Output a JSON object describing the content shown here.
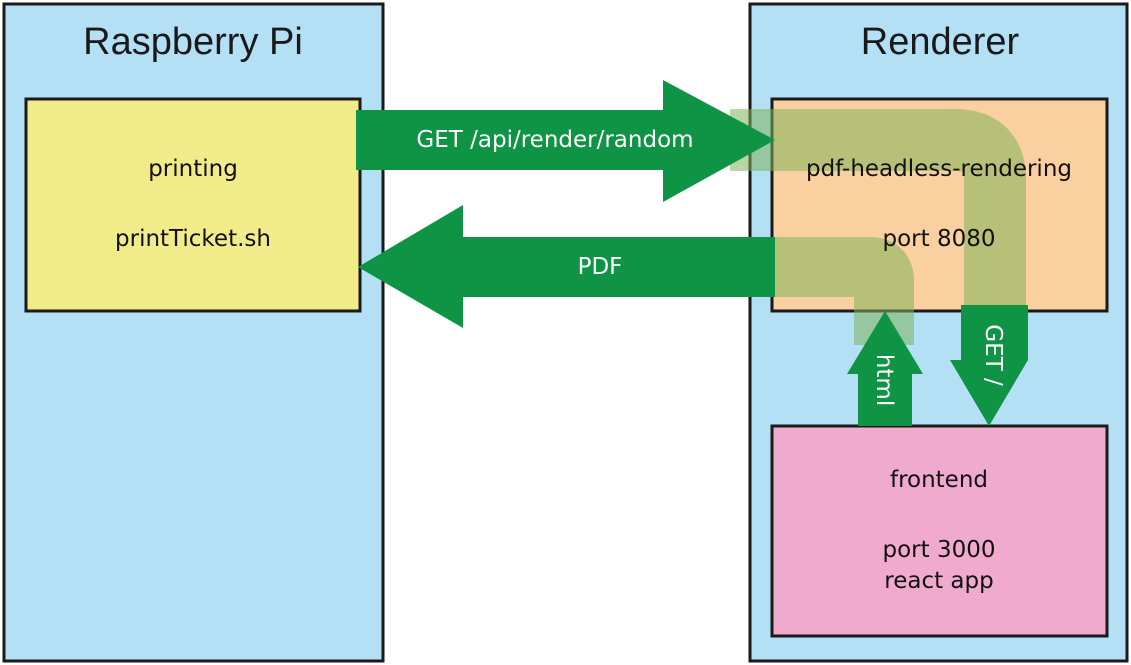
{
  "colors": {
    "container_fill": "#b4e0f6",
    "printing_fill": "#f2eb8a",
    "renderer_box_fill": "#fbd0a1",
    "frontend_fill": "#f0aacd",
    "arrow_green": "#0e9444",
    "border": "#1a1a1a",
    "arrow_text": "#ffffff"
  },
  "containers": {
    "raspberry_pi": {
      "title": "Raspberry Pi"
    },
    "renderer": {
      "title": "Renderer"
    }
  },
  "boxes": {
    "printing": {
      "line1": "printing",
      "line2": "printTicket.sh"
    },
    "pdf_renderer": {
      "line1": "pdf-headless-rendering",
      "line2": "port 8080"
    },
    "frontend": {
      "line1": "frontend",
      "line2": "port 3000",
      "line3": "react app"
    }
  },
  "arrows": {
    "request": {
      "label": "GET /api/render/random",
      "direction": "right"
    },
    "response": {
      "label": "PDF",
      "direction": "left"
    },
    "get_frontend": {
      "label": "GET /",
      "direction": "down"
    },
    "html": {
      "label": "html",
      "direction": "up"
    }
  }
}
